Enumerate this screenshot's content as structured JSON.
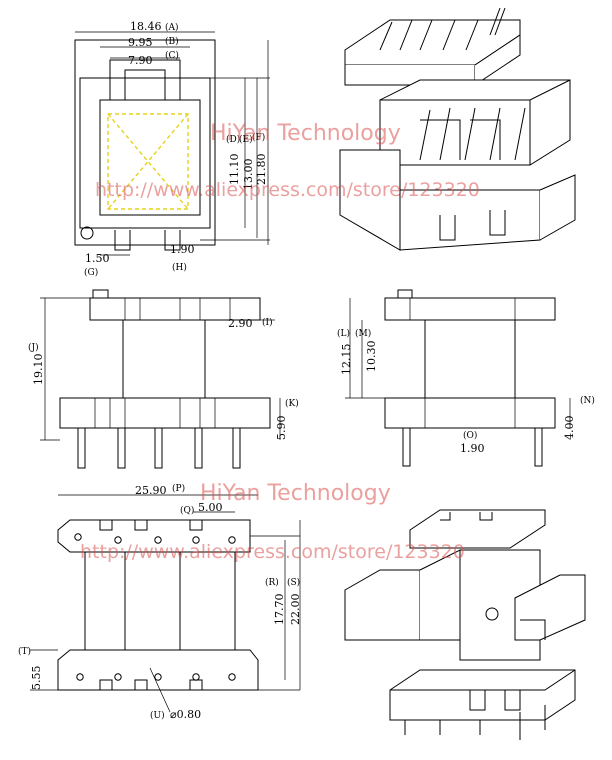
{
  "watermark": {
    "brand": "HiYan Technology",
    "url": "http://www.aliexpress.com/store/123320",
    "color": "#d9534f"
  },
  "top_view": {
    "dims": [
      {
        "id": "A",
        "value": "18.46"
      },
      {
        "id": "B",
        "value": "9.95"
      },
      {
        "id": "C",
        "value": "7.90"
      },
      {
        "id": "D",
        "value": "11.10"
      },
      {
        "id": "E",
        "value": "13.00"
      },
      {
        "id": "F",
        "value": "21.80"
      },
      {
        "id": "G",
        "value": "1.50"
      },
      {
        "id": "H",
        "value": "1.90"
      }
    ]
  },
  "front_view": {
    "dims": [
      {
        "id": "I",
        "value": "2.90"
      },
      {
        "id": "J",
        "value": "19.10"
      },
      {
        "id": "K",
        "value": "5.90"
      }
    ]
  },
  "side_view": {
    "dims": [
      {
        "id": "L",
        "value": "12.15"
      },
      {
        "id": "M",
        "value": "10.30"
      },
      {
        "id": "N",
        "value": "4.00"
      },
      {
        "id": "O",
        "value": "1.90"
      }
    ]
  },
  "bottom_view": {
    "dims": [
      {
        "id": "P",
        "value": "25.90"
      },
      {
        "id": "Q",
        "value": "5.00"
      },
      {
        "id": "R",
        "value": "17.70"
      },
      {
        "id": "S",
        "value": "22.00"
      },
      {
        "id": "T",
        "value": "5.55"
      },
      {
        "id": "U",
        "value": "⌀0.80"
      }
    ]
  }
}
